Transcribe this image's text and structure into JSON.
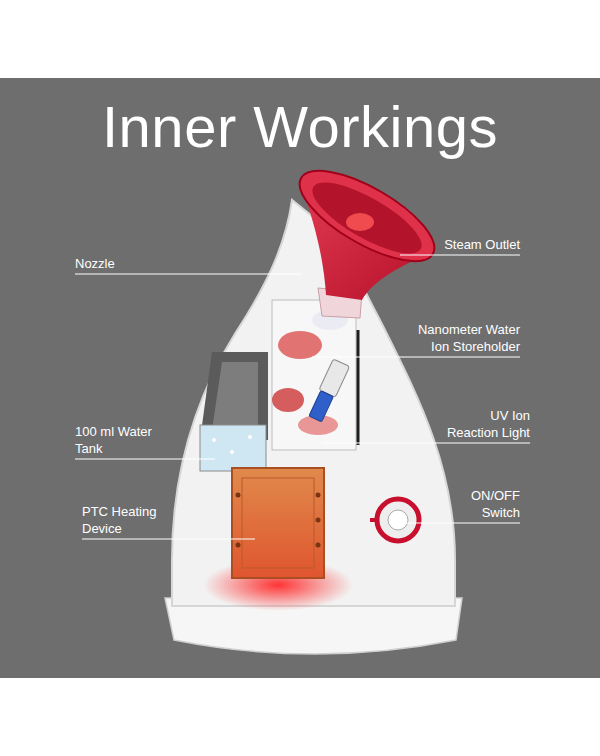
{
  "diagram": {
    "title": "Inner Workings",
    "labels": [
      "Steam Outlet",
      "Nozzle",
      "Nanometer Water Ion Storeholder",
      "UV Ion Reaction Light",
      "100 ml Water Tank",
      "ON/OFF Switch",
      "PTC Heating Device"
    ]
  }
}
